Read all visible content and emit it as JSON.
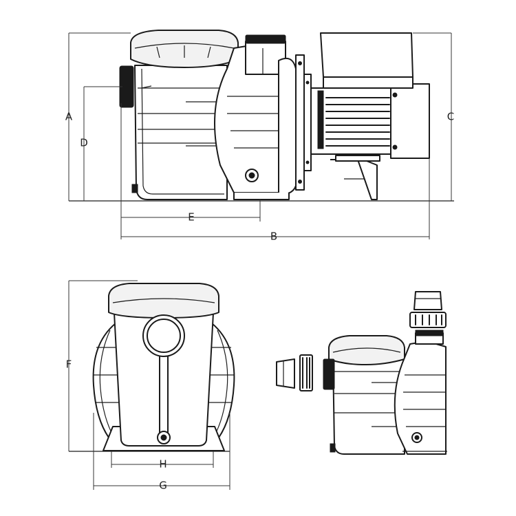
{
  "dimension_labels": {
    "a": "A",
    "b": "B",
    "c": "C",
    "d": "D",
    "e": "E",
    "f": "F",
    "g": "G",
    "h": "H"
  },
  "views": [
    "side-view",
    "front-view",
    "exploded-view"
  ],
  "colors": {
    "line": "#1a1a1a",
    "background": "#ffffff"
  }
}
